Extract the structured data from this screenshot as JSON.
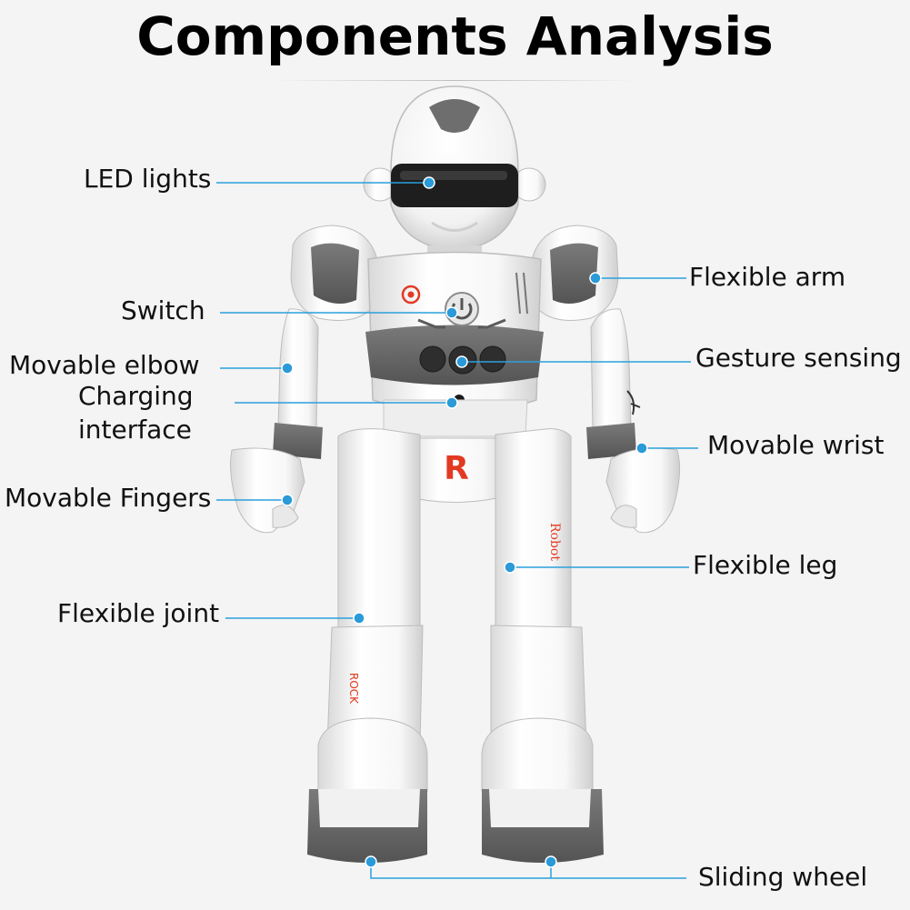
{
  "title": "Components Analysis",
  "colors": {
    "leader": "#2aa0dc",
    "dot": "#2a9ad8",
    "accent": "#e23a22",
    "body_gray": "#6a6a6a"
  },
  "robot": {
    "chest_letter": "R",
    "leg_text_right": "Robot",
    "leg_text_left": "ROCK"
  },
  "labels": {
    "led_lights": "LED lights",
    "switch": "Switch",
    "movable_elbow": "Movable elbow",
    "charging_line1": "Charging",
    "charging_line2": "interface",
    "movable_fingers": "Movable Fingers",
    "flexible_joint": "Flexible joint",
    "flexible_arm": "Flexible arm",
    "gesture_sensing": "Gesture sensing",
    "movable_wrist": "Movable wrist",
    "flexible_leg": "Flexible leg",
    "sliding_wheel": "Sliding wheel"
  }
}
